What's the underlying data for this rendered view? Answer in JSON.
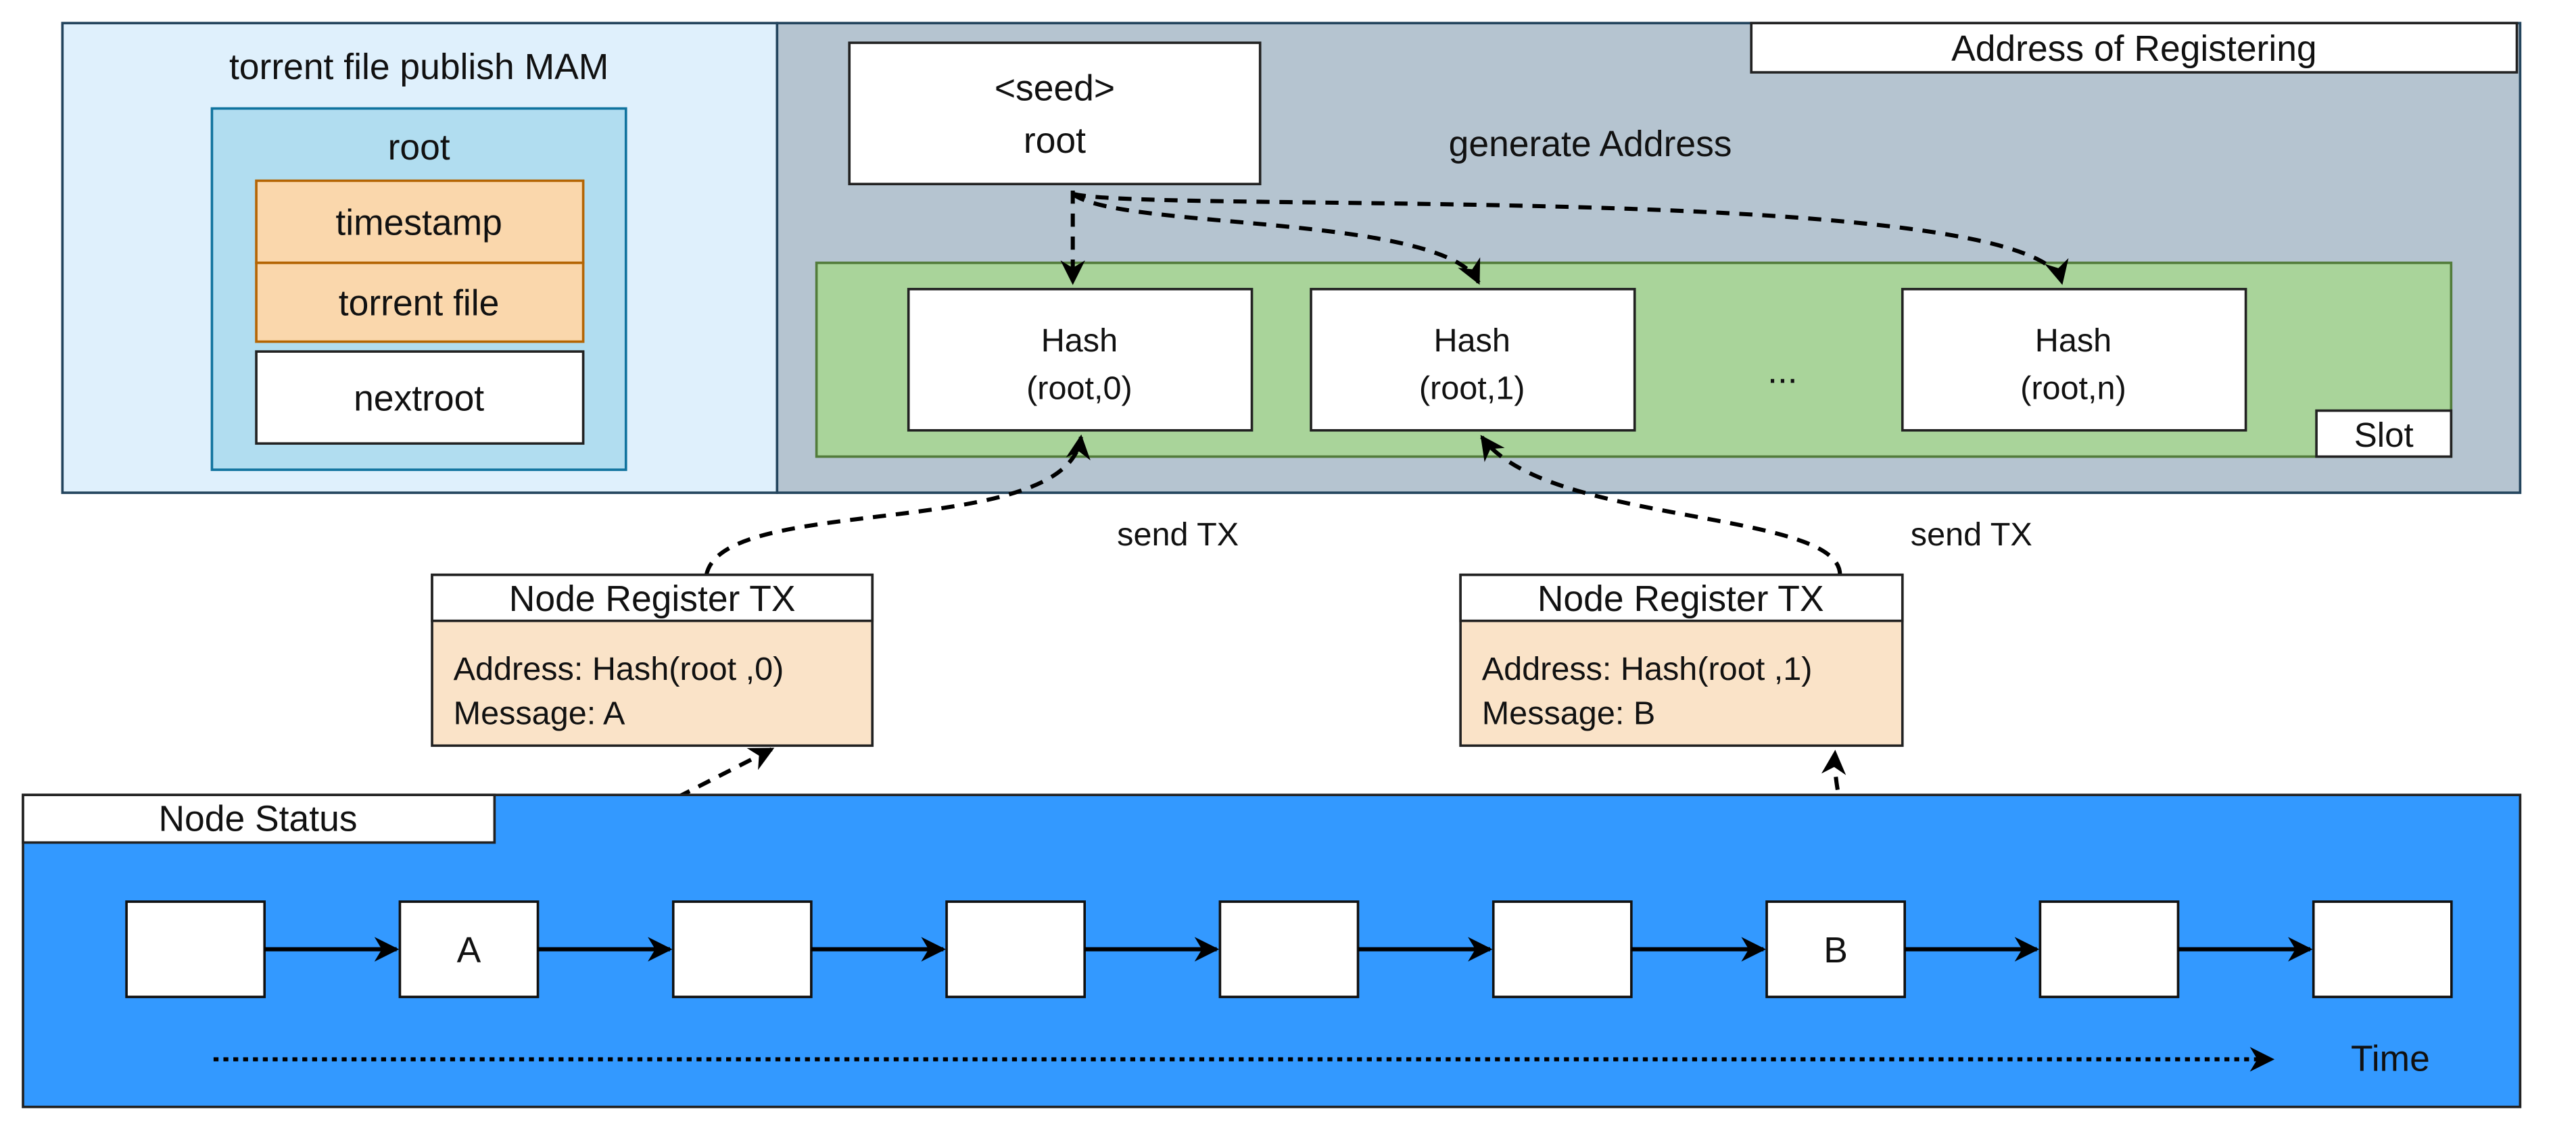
{
  "mam_panel": {
    "title": "torrent file publish MAM",
    "root_label": "root",
    "fields": [
      "timestamp",
      "torrent file"
    ],
    "nextroot": "nextroot"
  },
  "address_panel": {
    "title": "Address of Registering",
    "seed_line1": "<seed>",
    "seed_line2": "root",
    "generate_label": "generate Address",
    "slot_label": "Slot",
    "ellipsis": "...",
    "hashes": [
      {
        "line1": "Hash",
        "line2": "(root,0)"
      },
      {
        "line1": "Hash",
        "line2": "(root,1)"
      },
      {
        "line1": "Hash",
        "line2": "(root,n)"
      }
    ]
  },
  "transactions": [
    {
      "header": "Node Register TX",
      "address": "Address: Hash(root ,0)",
      "message": "Message: A",
      "send_label": "send TX"
    },
    {
      "header": "Node Register TX",
      "address": "Address: Hash(root ,1)",
      "message": "Message: B",
      "send_label": "send TX"
    }
  ],
  "node_status": {
    "title": "Node Status",
    "nodes": [
      "",
      "A",
      "",
      "",
      "",
      "",
      "B",
      "",
      ""
    ],
    "time_label": "Time"
  },
  "colors": {
    "mam_bg": "#dff0fc",
    "root_bg": "#b1ddf0",
    "field_bg": "#fad7ac",
    "address_bg": "#b5c4d0",
    "slot_bg": "#a9d49a",
    "status_bg": "#3399ff"
  }
}
